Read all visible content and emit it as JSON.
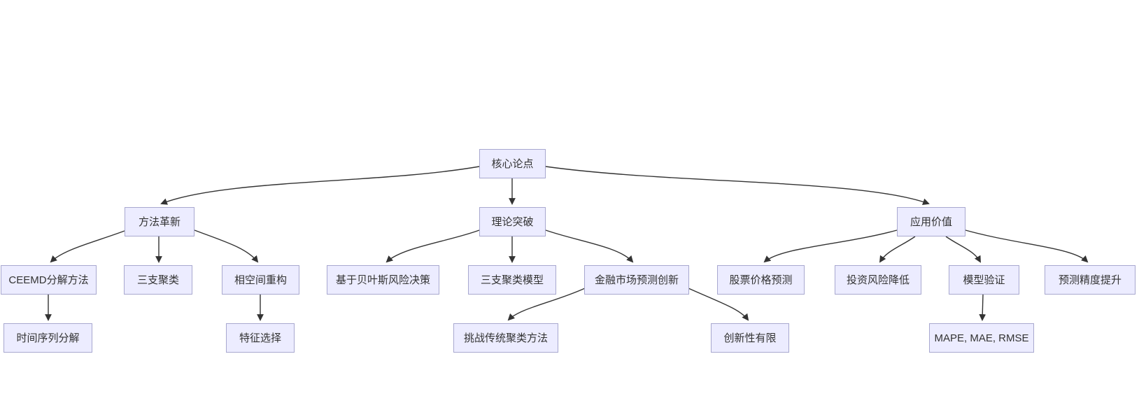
{
  "diagram": {
    "type": "flowchart-top-down",
    "colors": {
      "background": "#ffffff",
      "node_fill": "#ECECFF",
      "node_border": "#a8a8cf",
      "edge": "#333333",
      "text": "#333333"
    },
    "nodes": [
      {
        "id": "core-argument",
        "label": "核心论点"
      },
      {
        "id": "method-innovation",
        "label": "方法革新"
      },
      {
        "id": "theory-breakthrough",
        "label": "理论突破"
      },
      {
        "id": "application-value",
        "label": "应用价值"
      },
      {
        "id": "ceemd-decomposition",
        "label": "CEEMD分解方法"
      },
      {
        "id": "three-way-clustering",
        "label": "三支聚类"
      },
      {
        "id": "phase-space-reconstruction",
        "label": "相空间重构"
      },
      {
        "id": "bayesian-risk-decision",
        "label": "基于贝叶斯风险决策"
      },
      {
        "id": "three-way-clustering-model",
        "label": "三支聚类模型"
      },
      {
        "id": "financial-market-forecast-innovation",
        "label": "金融市场预测创新"
      },
      {
        "id": "stock-price-prediction",
        "label": "股票价格预测"
      },
      {
        "id": "investment-risk-reduction",
        "label": "投资风险降低"
      },
      {
        "id": "model-validation",
        "label": "模型验证"
      },
      {
        "id": "forecast-accuracy-improvement",
        "label": "预测精度提升"
      },
      {
        "id": "time-series-decomposition",
        "label": "时间序列分解"
      },
      {
        "id": "feature-selection",
        "label": "特征选择"
      },
      {
        "id": "challenge-traditional-clustering",
        "label": "挑战传统聚类方法"
      },
      {
        "id": "limited-novelty",
        "label": "创新性有限"
      },
      {
        "id": "evaluation-metrics",
        "label": "MAPE, MAE, RMSE"
      }
    ],
    "edges": [
      {
        "from": "core-argument",
        "to": "method-innovation"
      },
      {
        "from": "core-argument",
        "to": "theory-breakthrough"
      },
      {
        "from": "core-argument",
        "to": "application-value"
      },
      {
        "from": "method-innovation",
        "to": "ceemd-decomposition"
      },
      {
        "from": "method-innovation",
        "to": "three-way-clustering"
      },
      {
        "from": "method-innovation",
        "to": "phase-space-reconstruction"
      },
      {
        "from": "theory-breakthrough",
        "to": "bayesian-risk-decision"
      },
      {
        "from": "theory-breakthrough",
        "to": "three-way-clustering-model"
      },
      {
        "from": "theory-breakthrough",
        "to": "financial-market-forecast-innovation"
      },
      {
        "from": "application-value",
        "to": "stock-price-prediction"
      },
      {
        "from": "application-value",
        "to": "investment-risk-reduction"
      },
      {
        "from": "application-value",
        "to": "model-validation"
      },
      {
        "from": "application-value",
        "to": "forecast-accuracy-improvement"
      },
      {
        "from": "ceemd-decomposition",
        "to": "time-series-decomposition"
      },
      {
        "from": "phase-space-reconstruction",
        "to": "feature-selection"
      },
      {
        "from": "financial-market-forecast-innovation",
        "to": "challenge-traditional-clustering"
      },
      {
        "from": "financial-market-forecast-innovation",
        "to": "limited-novelty"
      },
      {
        "from": "model-validation",
        "to": "evaluation-metrics"
      }
    ]
  }
}
